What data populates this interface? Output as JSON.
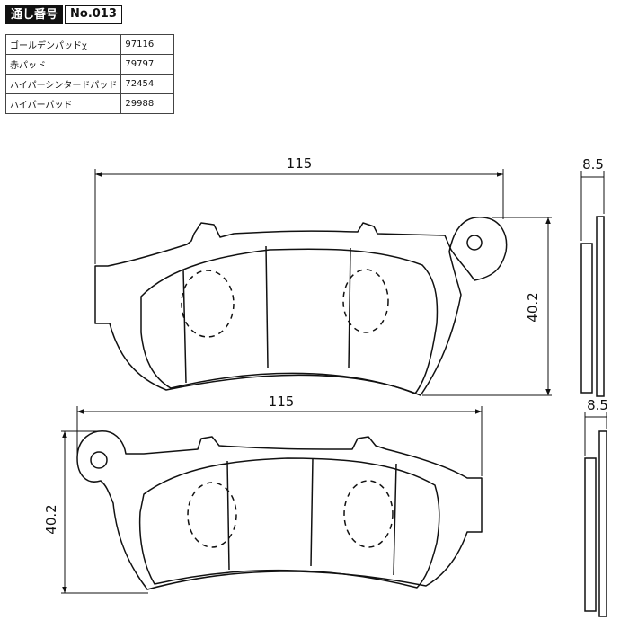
{
  "header": {
    "label": "通し番号",
    "number": "No.013"
  },
  "pads": [
    {
      "name": "ゴールデンパッドχ",
      "code": "97116"
    },
    {
      "name": "赤パッド",
      "code": "79797"
    },
    {
      "name": "ハイパーシンタードパッド",
      "code": "72454"
    },
    {
      "name": "ハイパーパッド",
      "code": "29988"
    }
  ],
  "dimensions": {
    "top_width": "115",
    "top_height": "40.2",
    "top_thickness": "8.5",
    "bottom_width": "115",
    "bottom_height": "40.2",
    "bottom_thickness": "8.5"
  },
  "colors": {
    "line": "#111111",
    "pad_fill": "#ffffff"
  }
}
